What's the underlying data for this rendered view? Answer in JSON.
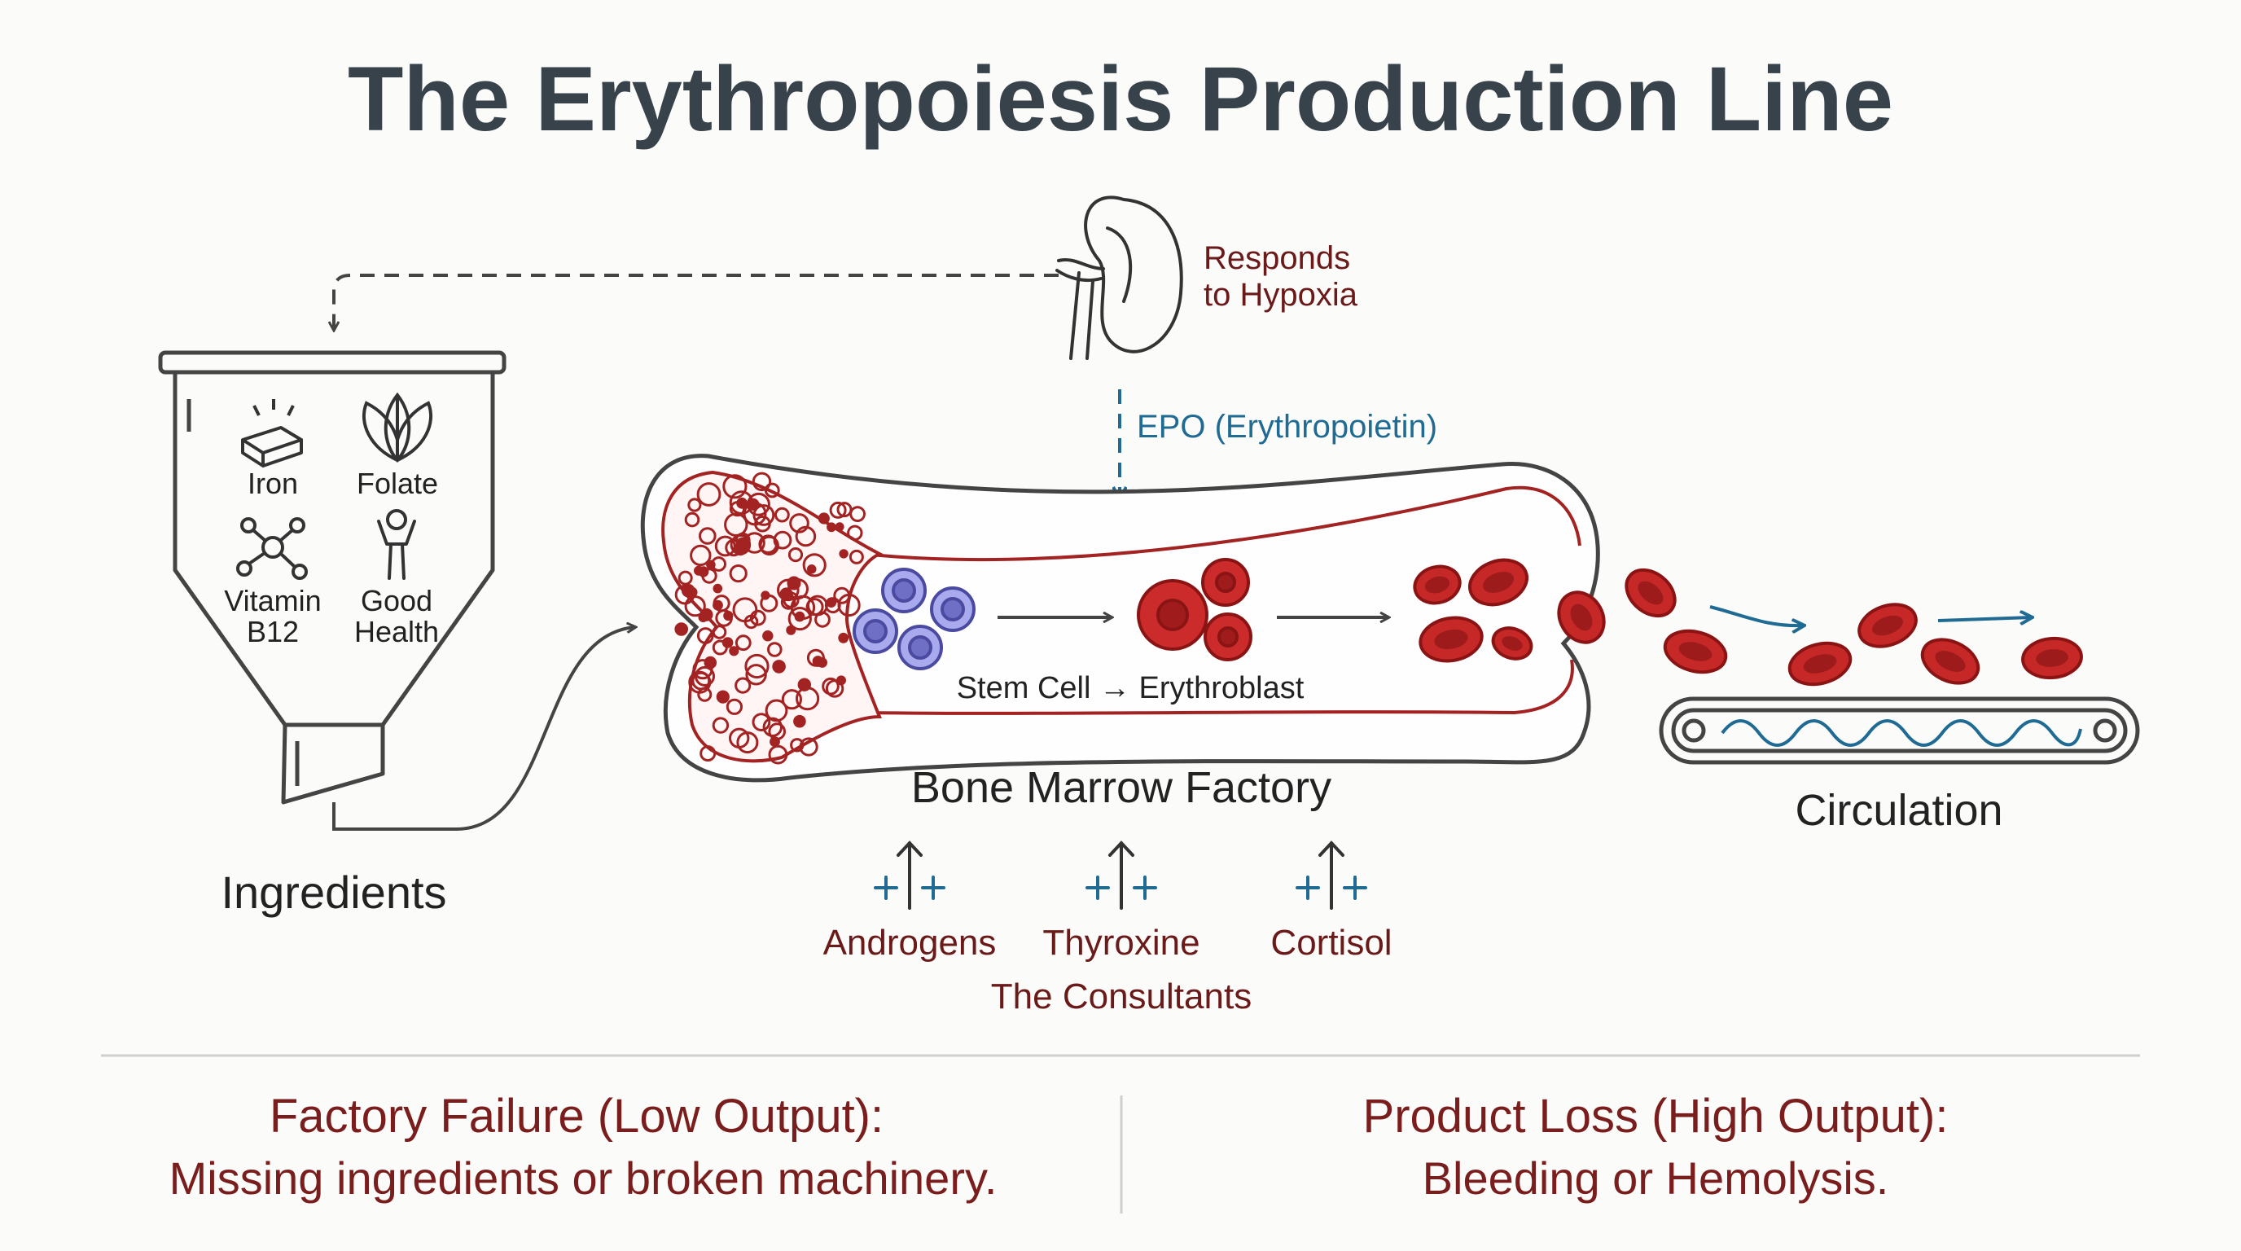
{
  "title": "The Erythropoiesis Production Line",
  "colors": {
    "title": "#37424a",
    "marrow_red": "#a32222",
    "cell_red": "#c62828",
    "stem_purple": "#7f7fd6",
    "signal_blue": "#1f6b94",
    "outline": "#333333",
    "footer_text": "#7a1d1d"
  },
  "kidney": {
    "icon": "kidney-icon",
    "label_line1": "Responds",
    "label_line2": "to Hypoxia"
  },
  "epo_label": "EPO (Erythropoietin)",
  "hopper": {
    "label": "Ingredients",
    "items": [
      {
        "icon": "iron-bar-icon",
        "lines": [
          "Iron"
        ]
      },
      {
        "icon": "leaf-icon",
        "lines": [
          "Folate"
        ]
      },
      {
        "icon": "molecule-icon",
        "lines": [
          "Vitamin",
          "B12"
        ]
      },
      {
        "icon": "person-icon",
        "lines": [
          "Good",
          "Health"
        ]
      }
    ]
  },
  "factory": {
    "process_label": "Stem Cell → Erythroblast",
    "label": "Bone Marrow Factory"
  },
  "circulation_label": "Circulation",
  "consultants": {
    "items": [
      "Androgens",
      "Thyroxine",
      "Cortisol"
    ],
    "label": "The Consultants"
  },
  "footer": {
    "left_heading": "Factory Failure (Low Output):",
    "left_body": "Missing ingredients or broken machinery.",
    "right_heading": "Product Loss (High Output):",
    "right_body": "Bleeding or Hemolysis."
  }
}
